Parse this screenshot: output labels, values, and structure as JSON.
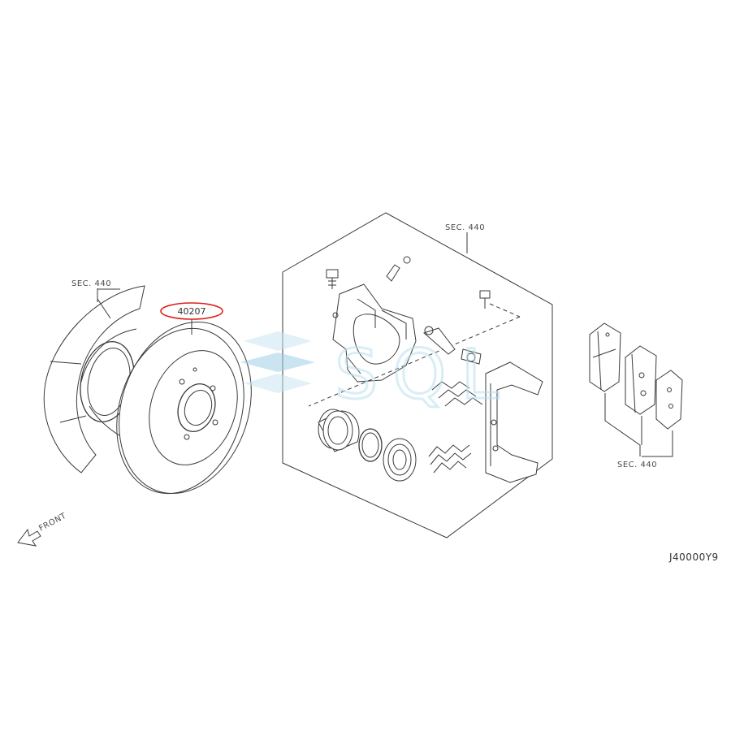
{
  "labels": {
    "sec_shield": "SEC. 440",
    "sec_caliper": "SEC. 440",
    "sec_pads": "SEC. 440",
    "part_rotor": "40207",
    "front": "FRONT",
    "diagram_code": "J40000Y9"
  },
  "colors": {
    "line": "#3a3a3a",
    "highlight": "#e0201b",
    "watermark": "#b9dff0"
  },
  "watermark_text": "SQL"
}
